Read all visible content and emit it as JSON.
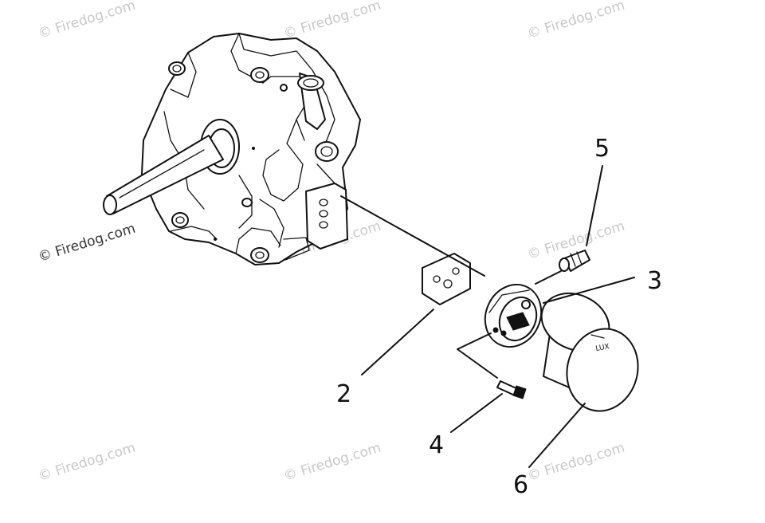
{
  "watermark": {
    "text": "© Firedog.com"
  },
  "callouts": {
    "c2": "2",
    "c3": "3",
    "c4": "4",
    "c5": "5",
    "c6": "6"
  }
}
